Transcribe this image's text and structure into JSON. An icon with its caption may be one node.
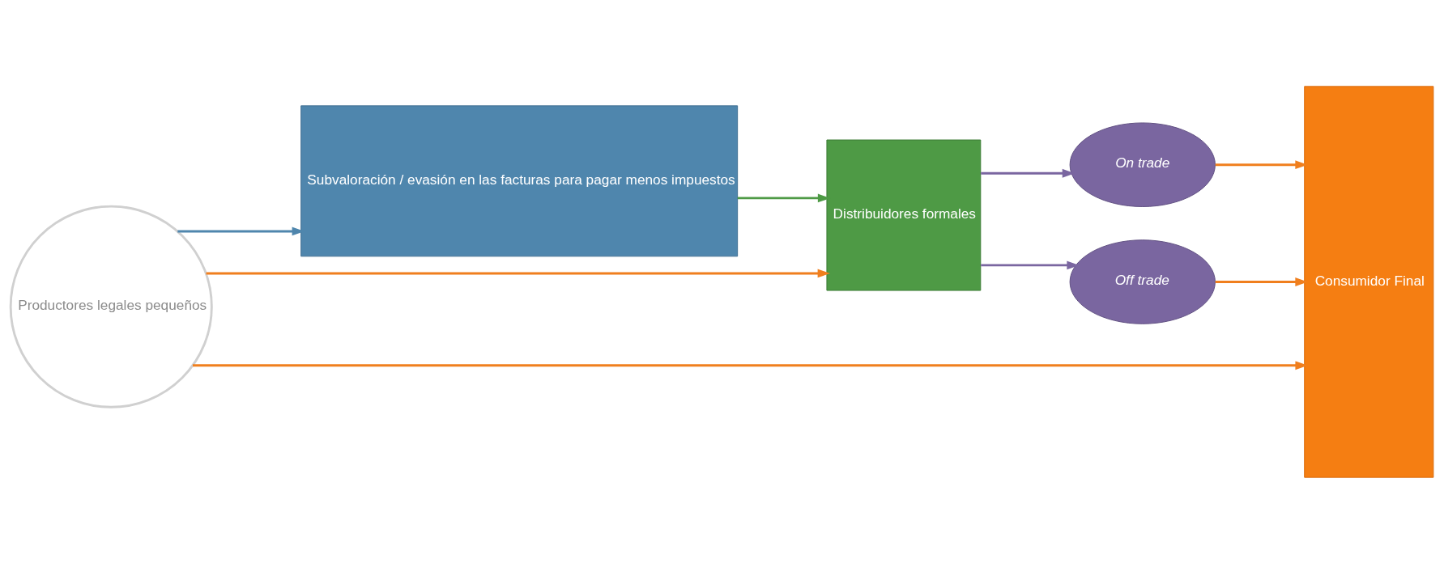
{
  "diagram": {
    "nodes": [
      {
        "text": [
          "Productores legales pequeños"
        ]
      },
      {
        "text": [
          "Subvaloración / evasión en las facturas para pagar menos impuestos"
        ]
      },
      {
        "text": [
          "Distribuidores formales"
        ]
      },
      {
        "text": [
          "On trade"
        ]
      },
      {
        "text": [
          "Off trade"
        ]
      },
      {
        "text": [
          "Consumidor Final"
        ]
      }
    ],
    "edges": [
      {
        "from": 0,
        "to": 1,
        "arrow": "to",
        "color": "#4f86ad"
      },
      {
        "from": 1,
        "to": 2,
        "arrow": "to",
        "color": "#4e9a45"
      },
      {
        "from": 2,
        "to": 3,
        "arrow": "to",
        "color": "#7a66a0"
      },
      {
        "from": 2,
        "to": 4,
        "arrow": "to",
        "color": "#7a66a0"
      },
      {
        "from": 3,
        "to": 5,
        "arrow": "to"
      },
      {
        "from": 4,
        "to": 5,
        "arrow": "to"
      },
      {
        "from": 0,
        "to": 2,
        "arrow": "to"
      },
      {
        "from": 0,
        "to": 5,
        "arrow": "to"
      }
    ]
  }
}
